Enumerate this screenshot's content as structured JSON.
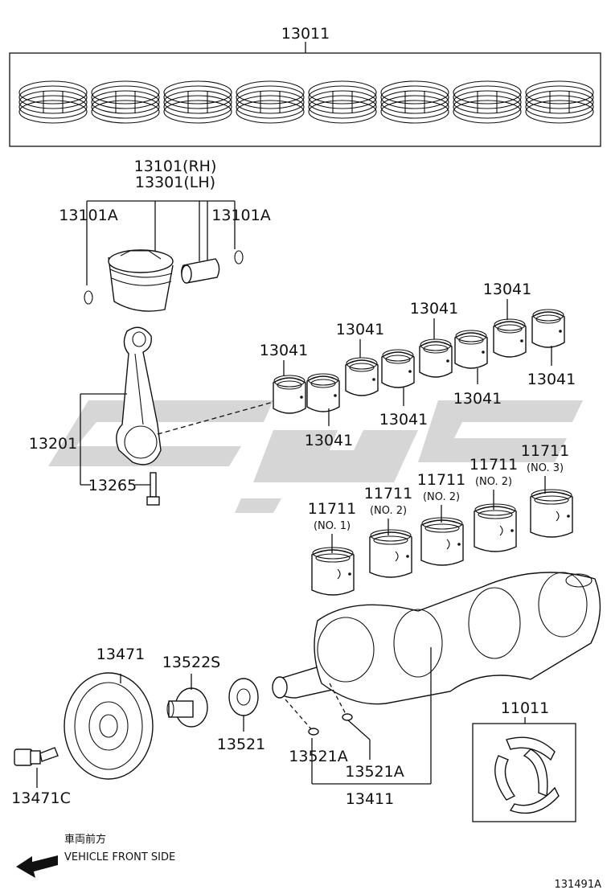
{
  "labels": {
    "piston_rings": "13011",
    "piston_rh": "13101(RH)",
    "piston_lh": "13301(LH)",
    "snap_ring_left": "13101A",
    "snap_ring_right": "13101A",
    "conrod": "13201",
    "conrod_bolt": "13265",
    "conrod_bearing_1": "13041",
    "conrod_bearing_2": "13041",
    "conrod_bearing_3": "13041",
    "conrod_bearing_4": "13041",
    "conrod_bearing_5": "13041",
    "conrod_bearing_6": "13041",
    "conrod_bearing_7": "13041",
    "conrod_bearing_8": "13041",
    "main_bearing_1": "11711",
    "main_bearing_1_sub": "(NO. 1)",
    "main_bearing_2": "11711",
    "main_bearing_2_sub": "(NO. 2)",
    "main_bearing_3": "11711",
    "main_bearing_3_sub": "(NO. 2)",
    "main_bearing_4": "11711",
    "main_bearing_4_sub": "(NO. 2)",
    "main_bearing_5": "11711",
    "main_bearing_5_sub": "(NO. 3)",
    "pulley": "13471",
    "pulley_bolt": "13471C",
    "gear_s": "13522S",
    "gear": "13521",
    "key_left": "13521A",
    "key_right": "13521A",
    "crankshaft": "13411",
    "thrust_washer": "11011"
  },
  "front_note": {
    "japanese": "車両前方",
    "english": "VEHICLE FRONT SIDE"
  },
  "figure_id": "131491A",
  "icons": [
    "front-direction-arrow-icon"
  ]
}
